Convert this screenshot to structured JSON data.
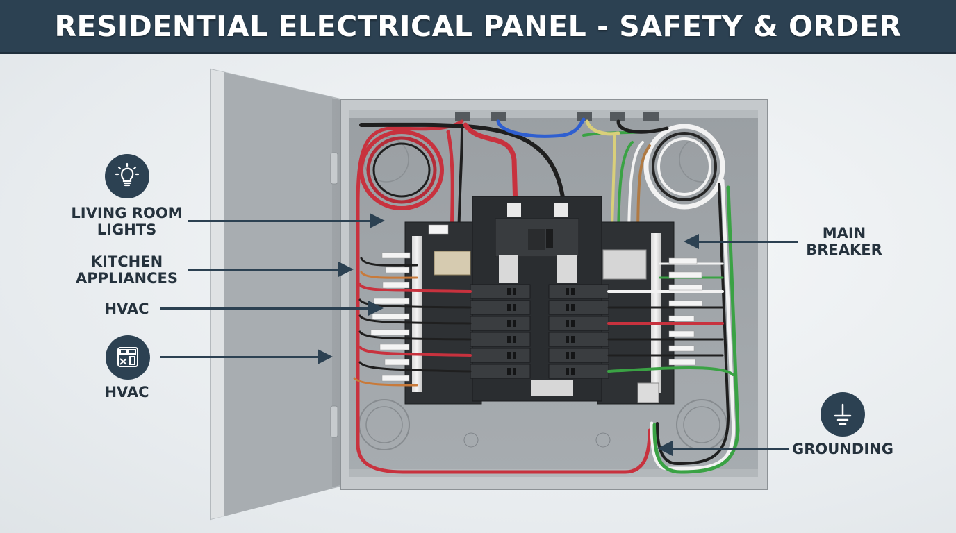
{
  "header": {
    "title": "RESIDENTIAL ELECTRICAL PANEL - SAFETY & ORDER"
  },
  "colors": {
    "header_bg": "#2c4152",
    "accent": "#2c4152",
    "text": "#25323d",
    "panel_gray": "#9ea3a7",
    "wire_red": "#c8323e",
    "wire_black": "#1f1f1f",
    "wire_white": "#f2f2f2",
    "wire_green": "#3aa244",
    "wire_blue": "#2f5fd0"
  },
  "callouts": {
    "left": [
      {
        "id": "living-room-lights",
        "line1": "LIVING ROOM",
        "line2": "LIGHTS",
        "icon": "lightbulb-icon"
      },
      {
        "id": "kitchen-appliances",
        "line1": "KITCHEN",
        "line2": "APPLIANCES",
        "icon": null
      },
      {
        "id": "hvac-1",
        "line1": "HVAC",
        "line2": "",
        "icon": null
      },
      {
        "id": "hvac-2",
        "line1": "HVAC",
        "line2": "",
        "icon": "hvac-unit-icon"
      }
    ],
    "right": [
      {
        "id": "main-breaker",
        "line1": "MAIN",
        "line2": "BREAKER",
        "icon": null
      },
      {
        "id": "grounding",
        "line1": "GROUNDING",
        "line2": "",
        "icon": "ground-symbol-icon"
      }
    ]
  },
  "panel": {
    "door": "open",
    "breaker_rows": 6,
    "breaker_columns": 2,
    "main_breaker_count": 1,
    "left_circuit_labels": 9,
    "right_circuit_labels": 8
  }
}
